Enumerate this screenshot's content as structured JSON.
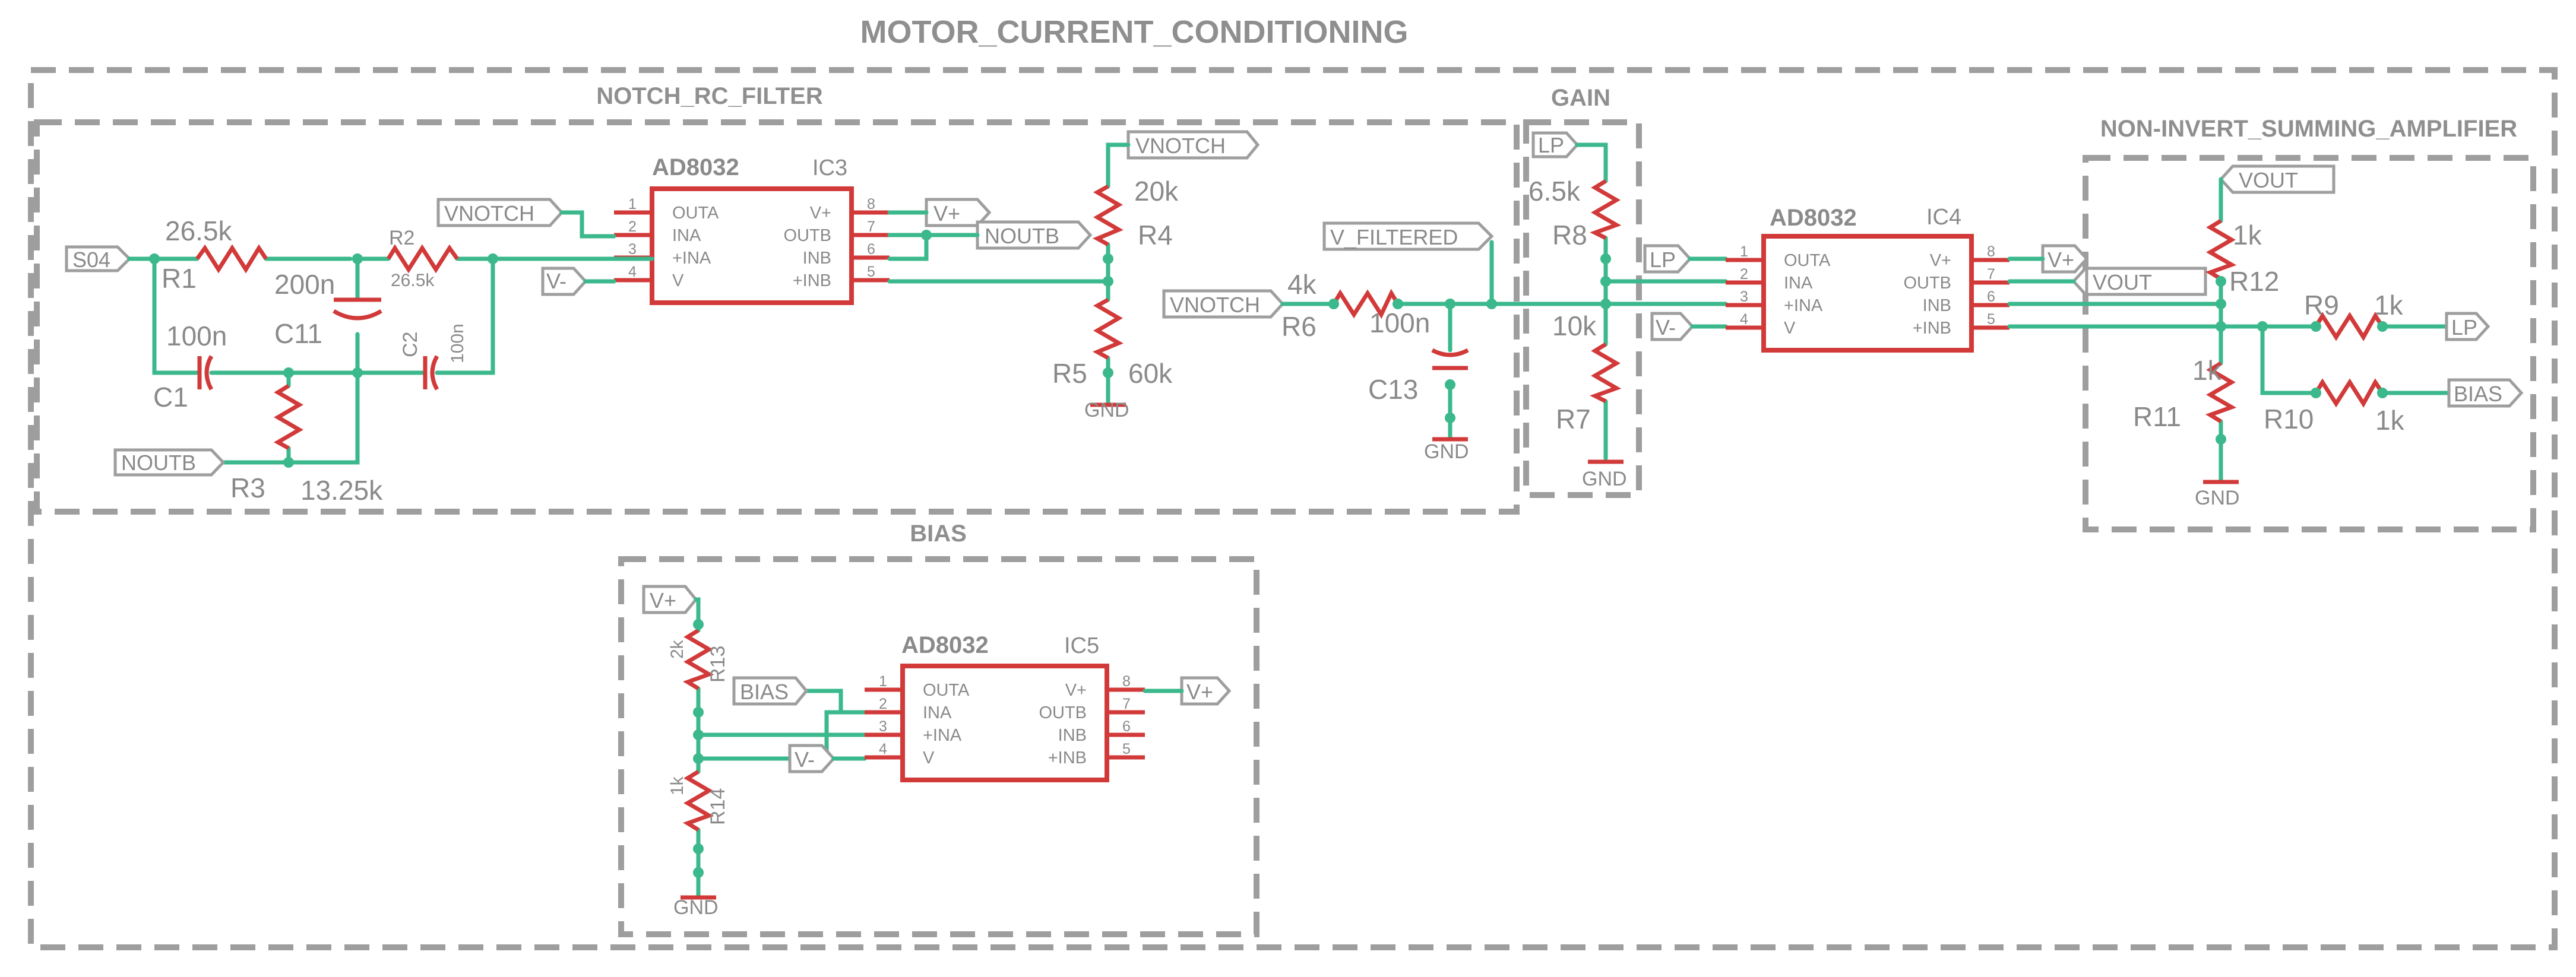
{
  "title": "MOTOR_CURRENT_CONDITIONING",
  "frames": {
    "notch": "NOTCH_RC_FILTER",
    "gain": "GAIN",
    "summing": "NON-INVERT_SUMMING_AMPLIFIER",
    "bias": "BIAS"
  },
  "ic_pins": {
    "left": [
      {
        "num": "1",
        "name": "OUTA"
      },
      {
        "num": "2",
        "name": "INA"
      },
      {
        "num": "3",
        "name": "+INA"
      },
      {
        "num": "4",
        "name": "V"
      }
    ],
    "right": [
      {
        "num": "8",
        "name": "V+"
      },
      {
        "num": "7",
        "name": "OUTB"
      },
      {
        "num": "6",
        "name": "INB"
      },
      {
        "num": "5",
        "name": "+INB"
      }
    ]
  },
  "ics": {
    "ic3": {
      "part": "AD8032",
      "ref": "IC3"
    },
    "ic4": {
      "part": "AD8032",
      "ref": "IC4"
    },
    "ic5": {
      "part": "AD8032",
      "ref": "IC5"
    }
  },
  "components": {
    "r1": {
      "ref": "R1",
      "value": "26.5k"
    },
    "r2": {
      "ref": "R2",
      "value": "26.5k"
    },
    "r3": {
      "ref": "R3",
      "value": "13.25k"
    },
    "r4": {
      "ref": "R4",
      "value": "20k"
    },
    "r5": {
      "ref": "R5",
      "value": "60k"
    },
    "r6": {
      "ref": "R6",
      "value": "4k"
    },
    "r7": {
      "ref": "R7",
      "value": "10k"
    },
    "r8": {
      "ref": "R8",
      "value": "6.5k"
    },
    "r9": {
      "ref": "R9",
      "value": "1k"
    },
    "r10": {
      "ref": "R10",
      "value": "1k"
    },
    "r11": {
      "ref": "R11",
      "value": "1k"
    },
    "r12": {
      "ref": "R12",
      "value": "1k"
    },
    "r13": {
      "ref": "R13",
      "value": "2k"
    },
    "r14": {
      "ref": "R14",
      "value": "1k"
    },
    "c1": {
      "ref": "C1",
      "value": "100n"
    },
    "c2": {
      "ref": "C2",
      "value": "100n"
    },
    "c11": {
      "ref": "C11",
      "value": "200n"
    },
    "c13": {
      "ref": "C13",
      "value": "100n"
    }
  },
  "net_labels": {
    "s04": "S04",
    "vnotch": "VNOTCH",
    "vminus": "V-",
    "vplus": "V+",
    "noutb": "NOUTB",
    "v_filtered": "V_FILTERED",
    "lp": "LP",
    "vout": "VOUT",
    "bias": "BIAS"
  },
  "gnd": "GND"
}
